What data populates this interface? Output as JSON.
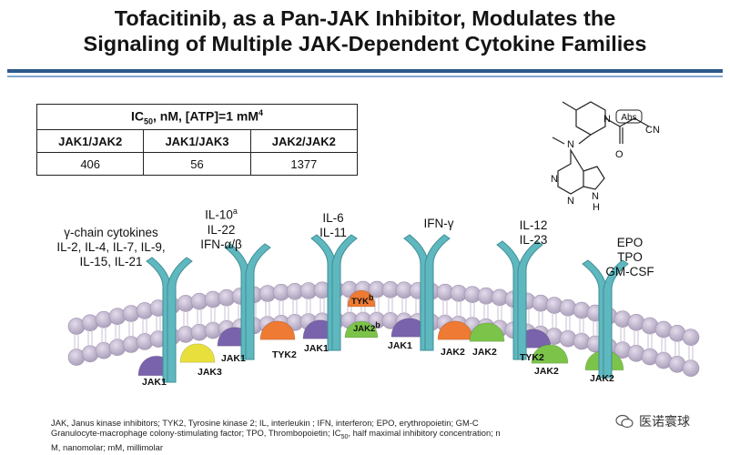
{
  "title": {
    "line1": "Tofacitinib, as a Pan-JAK Inhibitor, Modulates the",
    "line2": "Signaling of Multiple JAK-Dependent Cytokine Families"
  },
  "ic50_table": {
    "header_prefix": "IC",
    "header_sub": "50",
    "header_mid": ", nM, [ATP]=1 mM",
    "header_sup": "4",
    "columns": [
      "JAK1/JAK2",
      "JAK1/JAK3",
      "JAK2/JAK2"
    ],
    "values": [
      "406",
      "56",
      "1377"
    ]
  },
  "molecule": {
    "abs_label": "Abs",
    "atoms": [
      "N",
      "N",
      "O",
      "CN",
      "N",
      "N",
      "N",
      "H"
    ]
  },
  "cytokine_groups": [
    {
      "lines": [
        "γ-chain cytokines",
        "IL-2, IL-4, IL-7, IL-9,",
        "IL-15, IL-21"
      ],
      "kinases": [
        "JAK1",
        "JAK3"
      ]
    },
    {
      "lines": [
        "IL-10",
        "IL-22",
        "IFN-α/β"
      ],
      "sup": "a",
      "kinases": [
        "JAK1",
        "TYK2"
      ]
    },
    {
      "lines": [
        "IL-6",
        "IL-11"
      ],
      "kinases": [
        "TYK",
        "JAK2",
        "JAK1"
      ],
      "sup_tyk": "b",
      "sup_jak2": "b"
    },
    {
      "lines": [
        "IFN-γ"
      ],
      "kinases": [
        "JAK1",
        "JAK2"
      ]
    },
    {
      "lines": [
        "IL-12",
        "IL-23"
      ],
      "kinases": [
        "JAK2",
        "TYK2"
      ]
    },
    {
      "lines": [
        "EPO",
        "TPO",
        "GM-CSF"
      ],
      "kinases": [
        "JAK2",
        "JAK2"
      ]
    }
  ],
  "footnote": {
    "line1": "JAK, Janus kinase inhibitors; TYK2, Tyrosine kinase 2; IL, interleukin ; IFN, interferon; EPO, erythropoietin; GM-C",
    "line2a": "Granulocyte-macrophage colony-stimulating factor; TPO, Thrombopoietin; IC",
    "line2sub": "50",
    "line2b": ", half maximal inhibitory concentration; n",
    "line3": "M, nanomolar; mM, millimolar"
  },
  "watermark": {
    "text": "医诺寰球"
  },
  "colors": {
    "receptor": "#5fb8bf",
    "jak1": "#7a63ad",
    "jak3": "#e8df3c",
    "tyk2": "#ee7a33",
    "jak2": "#7bc449",
    "title_rule": "#2c5a8c"
  }
}
